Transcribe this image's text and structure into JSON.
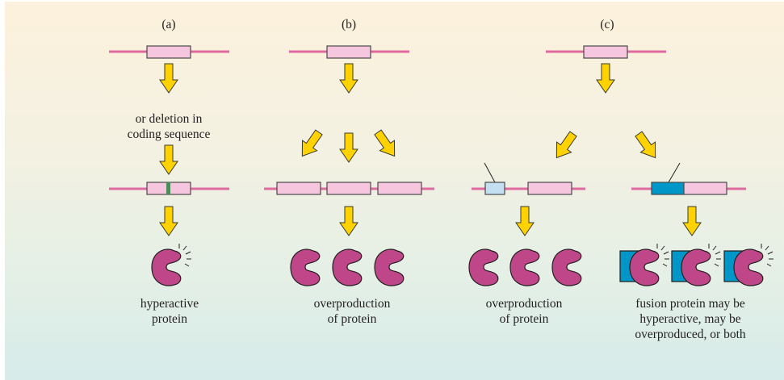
{
  "figure": {
    "panels": [
      {
        "id": "a",
        "label": "(a)",
        "mutation_text": [
          "or deletion in",
          "coding sequence"
        ],
        "outcome_text": [
          "hyperactive",
          "protein"
        ]
      },
      {
        "id": "b",
        "label": "(b)",
        "outcome_text": [
          "overproduction",
          "of protein"
        ]
      },
      {
        "id": "c",
        "label": "(c)",
        "outcome_left_text": [
          "overproduction",
          "of protein"
        ],
        "outcome_right_text": [
          "fusion protein may be",
          "hyperactive, may be",
          "overproduced, or both"
        ]
      }
    ],
    "colors": {
      "dna": "#e06aa0",
      "gene": "#f5c6de",
      "mutation_mark": "#4c8c5a",
      "arrow": "#ffd200",
      "protein": "#c0468a",
      "regulatory_light": "#c4def2",
      "regulatory_dark": "#0096c8"
    }
  }
}
